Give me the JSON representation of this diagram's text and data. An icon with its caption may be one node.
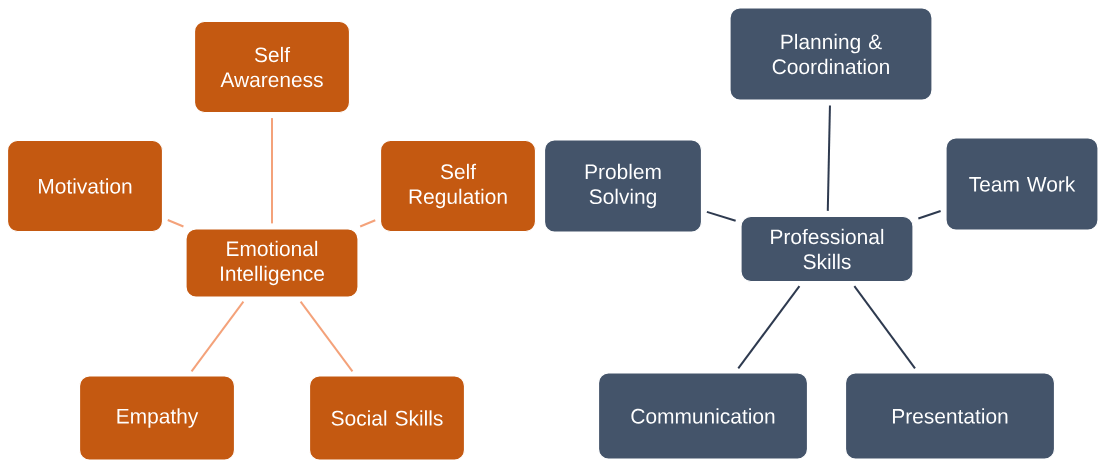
{
  "diagram": {
    "nodes": [
      {
        "text": [
          "Emotional Intelligence"
        ]
      },
      {
        "text": [
          "Self Awareness"
        ]
      },
      {
        "text": [
          "Motivation"
        ]
      },
      {
        "text": [
          "Self Regulation"
        ]
      },
      {
        "text": [
          "Empathy"
        ]
      },
      {
        "text": [
          "Social Skills"
        ]
      },
      {
        "text": [
          "Professional Skills"
        ]
      },
      {
        "text": [
          "Planning & Coordination"
        ]
      },
      {
        "text": [
          "Problem Solving"
        ]
      },
      {
        "text": [
          "Team Work"
        ]
      },
      {
        "text": [
          "Communication"
        ]
      },
      {
        "text": [
          "Presentation"
        ]
      }
    ],
    "edges": [
      {
        "from": 0,
        "to": 1,
        "arrow": "none",
        "color": "#f4a27a"
      },
      {
        "from": 0,
        "to": 2,
        "arrow": "none",
        "color": "#f4a27a"
      },
      {
        "from": 0,
        "to": 3,
        "arrow": "none",
        "color": "#f4a27a"
      },
      {
        "from": 0,
        "to": 4,
        "arrow": "none",
        "color": "#f4a27a"
      },
      {
        "from": 0,
        "to": 5,
        "arrow": "none",
        "color": "#f4a27a"
      },
      {
        "from": 6,
        "to": 7,
        "arrow": "none",
        "color": "#2e3a4f"
      },
      {
        "from": 6,
        "to": 8,
        "arrow": "none",
        "color": "#2e3a4f"
      },
      {
        "from": 6,
        "to": 9,
        "arrow": "none",
        "color": "#2e3a4f"
      },
      {
        "from": 6,
        "to": 10,
        "arrow": "none",
        "color": "#2e3a4f"
      },
      {
        "from": 6,
        "to": 11,
        "arrow": "none",
        "color": "#2e3a4f"
      }
    ]
  }
}
